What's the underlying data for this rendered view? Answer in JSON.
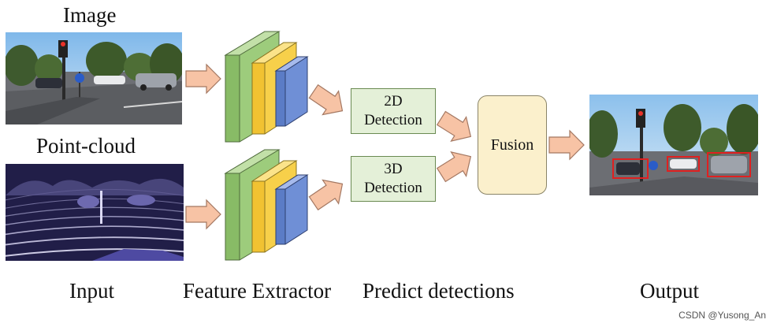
{
  "labels": {
    "image": "Image",
    "point_cloud": "Point-cloud",
    "input": "Input",
    "feature_extractor": "Feature Extractor",
    "predict_detections": "Predict detections",
    "output": "Output"
  },
  "detections": {
    "d2_line1": "2D",
    "d2_line2": "Detection",
    "d3_line1": "3D",
    "d3_line2": "Detection"
  },
  "fusion": "Fusion",
  "watermark": "CSDN @Yusong_An",
  "colors": {
    "layer_green": "#9dcc7c",
    "layer_yellow": "#f7d04a",
    "layer_blue": "#6f8fd6",
    "arrow_fill": "#f7c3a5",
    "detection_fill": "#e4f0d8",
    "fusion_fill": "#fbf0cc",
    "output_box": "#e02020"
  }
}
